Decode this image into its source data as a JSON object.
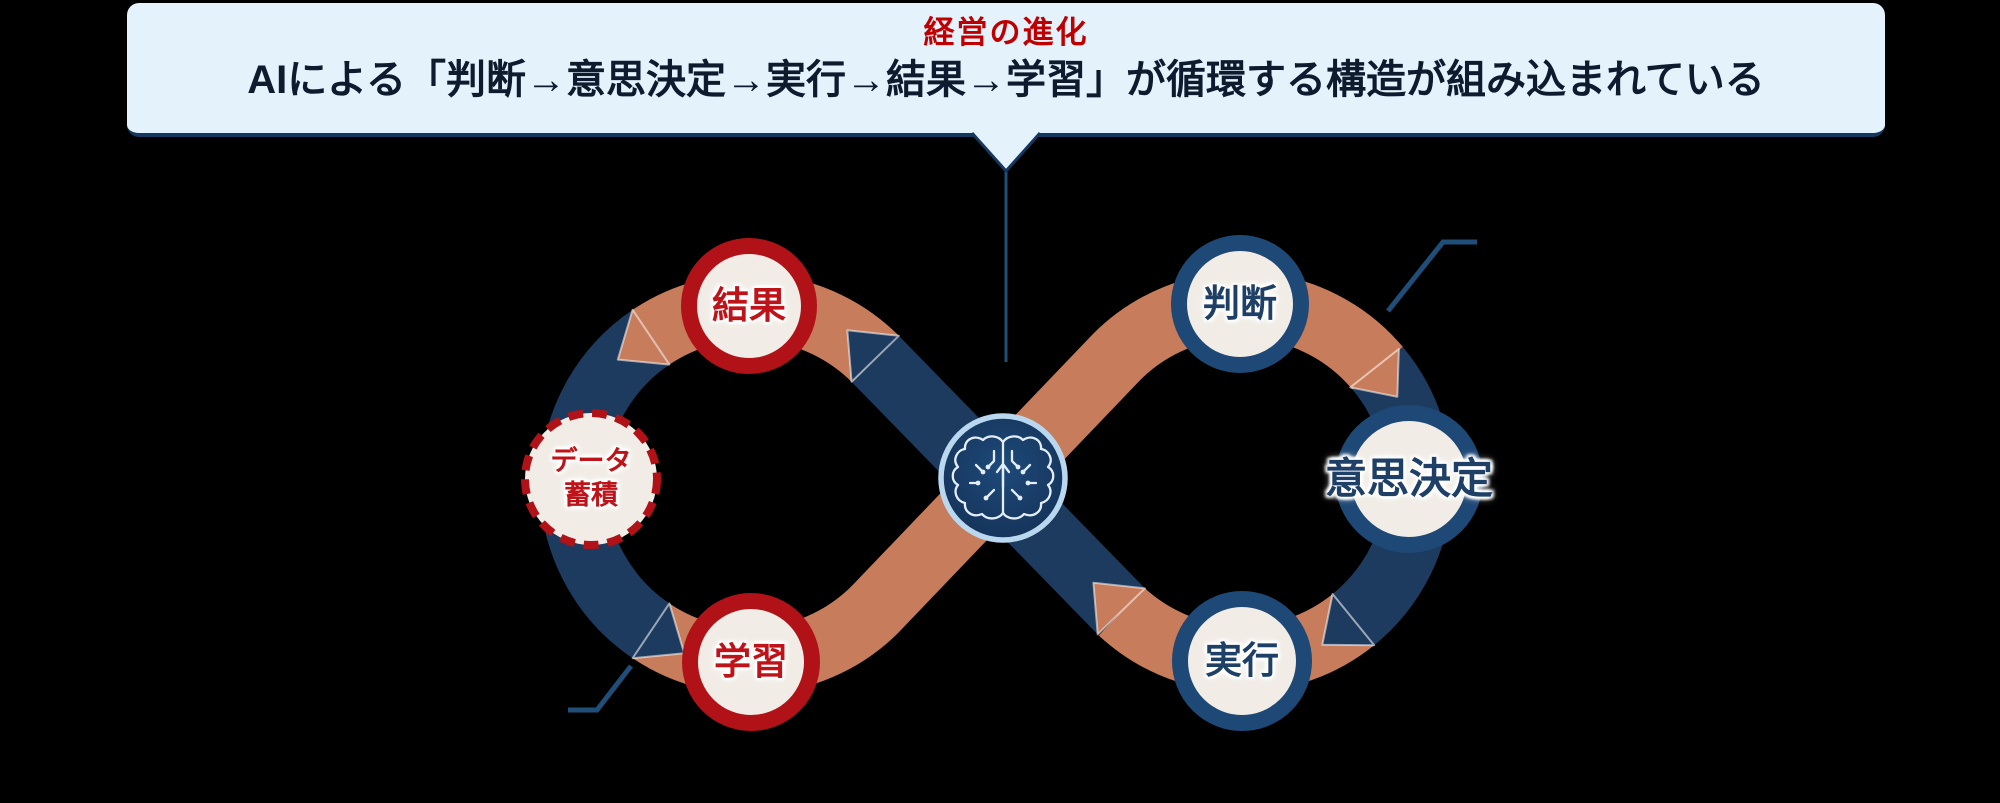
{
  "banner": {
    "title": "経営の進化",
    "subtitle": "AIによる「判断→意思決定→実行→結果→学習」が循環する構造が組み込まれている"
  },
  "loop": {
    "center_icon": "brain-circuit-icon",
    "cycle_order": [
      "判断",
      "意思決定",
      "実行",
      "結果",
      "学習"
    ],
    "nodes": [
      {
        "id": "kekka",
        "label": "結果",
        "ring": "red-solid"
      },
      {
        "id": "data",
        "label_line1": "データ",
        "label_line2": "蓄積",
        "ring": "red-dashed"
      },
      {
        "id": "gakushu",
        "label": "学習",
        "ring": "red-solid"
      },
      {
        "id": "handan",
        "label": "判断",
        "ring": "navy-solid"
      },
      {
        "id": "ishikettei",
        "label": "意思決定",
        "ring": "navy-solid"
      },
      {
        "id": "jikkou",
        "label": "実行",
        "ring": "navy-solid"
      }
    ]
  },
  "colors": {
    "background": "#000000",
    "banner_bg": "#E4F2FC",
    "banner_border": "#16375D",
    "title_red": "#C00000",
    "subtitle_navy": "#0E1B2E",
    "band_orange": "#C77C5B",
    "band_navy": "#1D3A5F",
    "node_fill": "#F1EDE6",
    "ring_red": "#B01218",
    "ring_navy": "#1E4876",
    "text_red": "#BE1318",
    "text_navy": "#1E3F66",
    "callout_line": "#1F4E79",
    "brain_fill": "#17406A",
    "brain_ring": "#B9D8F0"
  }
}
